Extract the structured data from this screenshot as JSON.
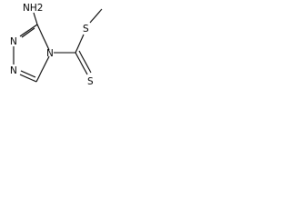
{
  "molecule": {
    "atoms": {
      "amino": "NH2",
      "n1": "N",
      "n2": "N",
      "n4": "N",
      "thioether": "S",
      "thione": "S"
    }
  }
}
